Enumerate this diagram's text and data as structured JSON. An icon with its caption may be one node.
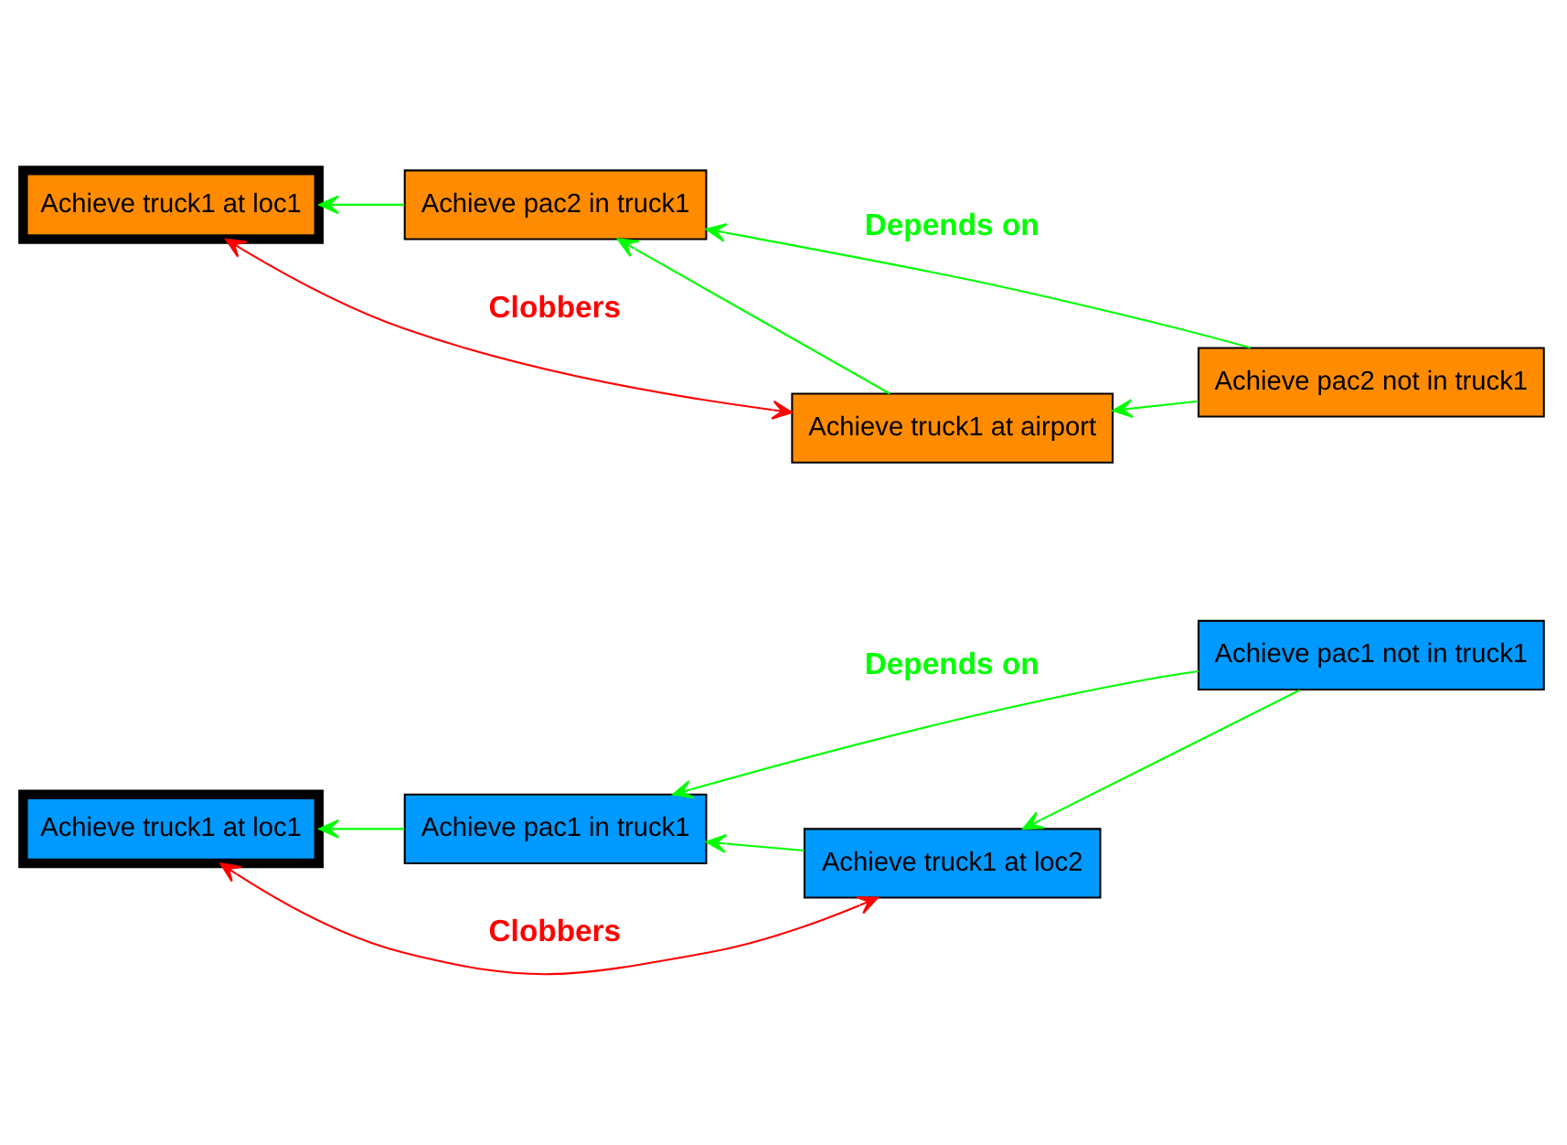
{
  "diagram": {
    "nodes": [
      {
        "text": [
          "Achieve truck1 at loc1"
        ]
      },
      {
        "text": [
          "Achieve pac1 in truck1"
        ]
      },
      {
        "text": [
          "Achieve truck1 at loc2"
        ]
      },
      {
        "text": [
          "Achieve pac1 not in truck1"
        ]
      },
      {
        "text": [
          "Achieve truck1 at loc1"
        ]
      },
      {
        "text": [
          "Achieve pac2 in truck1"
        ]
      },
      {
        "text": [
          "Achieve truck1 at airport"
        ]
      },
      {
        "text": [
          "Achieve pac2 not in truck1"
        ]
      }
    ],
    "edges": [
      {
        "from": 1,
        "to": 0,
        "arrow": "to"
      },
      {
        "from": 2,
        "to": 1,
        "arrow": "to"
      },
      {
        "from": 3,
        "to": 2,
        "arrow": "to"
      },
      {
        "from": 3,
        "to": 1,
        "arrow": "to",
        "label": "Depends on"
      },
      {
        "from": 0,
        "to": 2,
        "arrow": "both",
        "label": "Clobbers",
        "color": "#ff0000"
      },
      {
        "from": 5,
        "to": 4,
        "arrow": "to"
      },
      {
        "from": 6,
        "to": 5,
        "arrow": "to"
      },
      {
        "from": 7,
        "to": 6,
        "arrow": "to"
      },
      {
        "from": 7,
        "to": 5,
        "arrow": "to",
        "label": "Depends on"
      },
      {
        "from": 4,
        "to": 6,
        "arrow": "both",
        "label": "Clobbers",
        "color": "#ff0000"
      }
    ]
  }
}
